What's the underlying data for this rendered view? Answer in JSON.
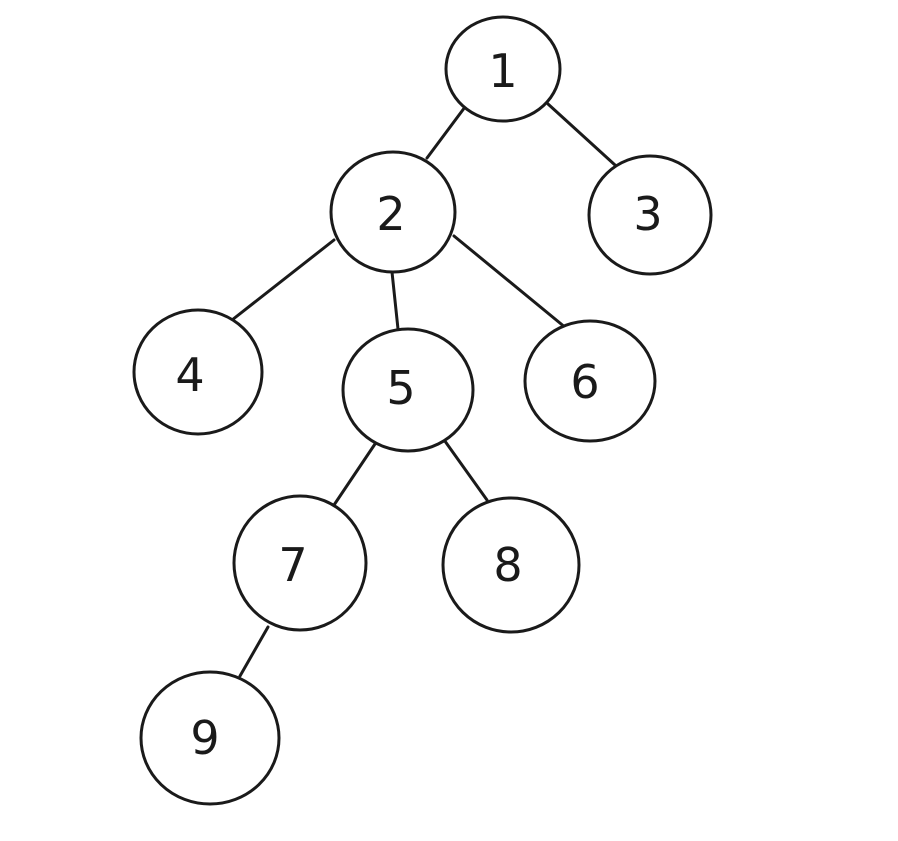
{
  "tree": {
    "nodes": [
      {
        "id": "1",
        "label": "1"
      },
      {
        "id": "2",
        "label": "2"
      },
      {
        "id": "3",
        "label": "3"
      },
      {
        "id": "4",
        "label": "4"
      },
      {
        "id": "5",
        "label": "5"
      },
      {
        "id": "6",
        "label": "6"
      },
      {
        "id": "7",
        "label": "7"
      },
      {
        "id": "8",
        "label": "8"
      },
      {
        "id": "9",
        "label": "9"
      }
    ],
    "edges": [
      {
        "from": "1",
        "to": "2"
      },
      {
        "from": "1",
        "to": "3"
      },
      {
        "from": "2",
        "to": "4"
      },
      {
        "from": "2",
        "to": "5"
      },
      {
        "from": "2",
        "to": "6"
      },
      {
        "from": "5",
        "to": "7"
      },
      {
        "from": "5",
        "to": "8"
      },
      {
        "from": "7",
        "to": "9"
      }
    ]
  }
}
